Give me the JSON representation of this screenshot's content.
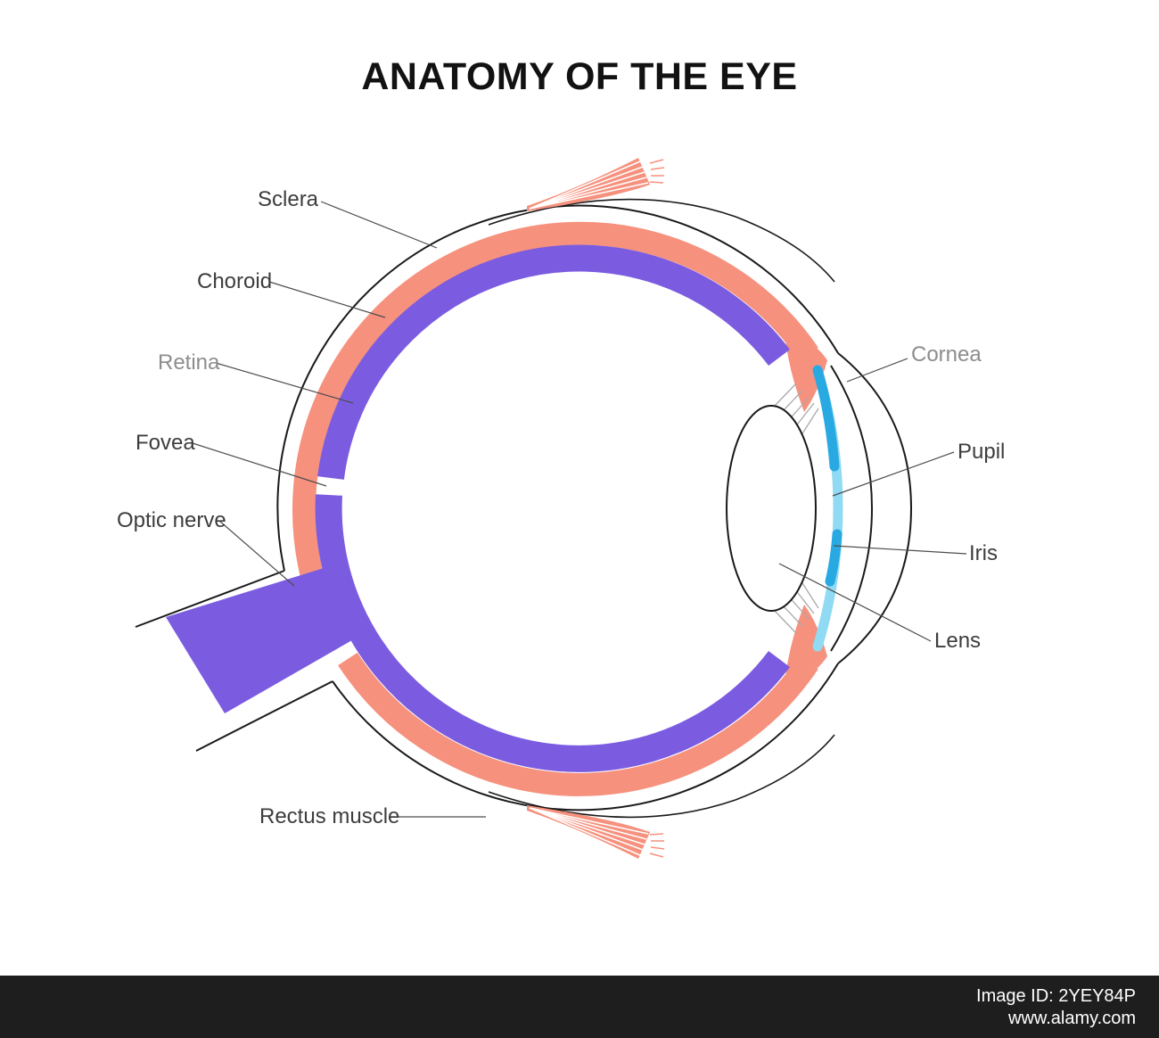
{
  "title": "ANATOMY OF THE EYE",
  "diagram": {
    "labels": {
      "sclera": "Sclera",
      "choroid": "Choroid",
      "retina": "Retina",
      "fovea": "Fovea",
      "optic_nerve": "Optic nerve",
      "rectus_muscle": "Rectus muscle",
      "cornea": "Cornea",
      "pupil": "Pupil",
      "iris": "Iris",
      "lens": "Lens"
    },
    "colors": {
      "sclera_layer": "#F6917E",
      "choroid_retina_layer": "#7B5CE0",
      "optic_nerve": "#7B5CE0",
      "iris_bright": "#29A9E2",
      "iris_light": "#90DAF3",
      "outline": "#1A1A1A",
      "zonule_fibers": "#A9A9A9",
      "leader_line": "#4D4D4D",
      "footer_bg": "#1E1E1E",
      "footer_text": "#FFFFFF"
    }
  },
  "watermark_bar": {
    "image_id": "Image ID: 2YEY84P",
    "website": "www.alamy.com"
  }
}
